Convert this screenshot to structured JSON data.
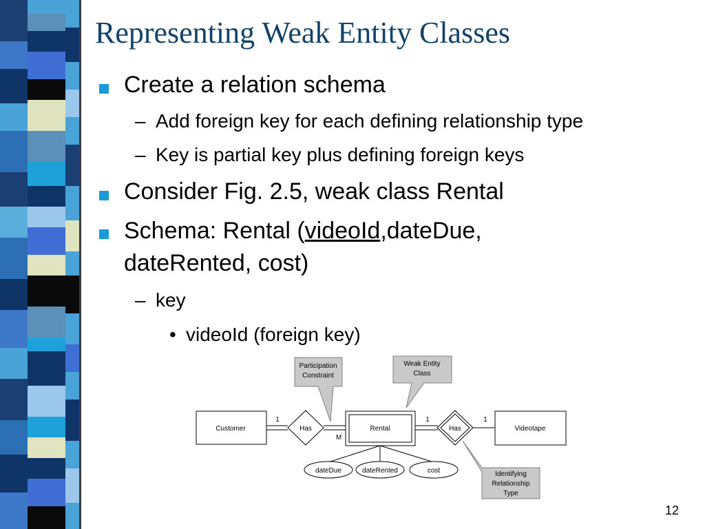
{
  "slide": {
    "title": "Representing Weak Entity Classes",
    "page_number": "12"
  },
  "bullets": {
    "b1": "Create a relation schema",
    "b1_s1": "Add foreign key for each defining relationship type",
    "b1_s2": "Key is partial key plus defining foreign keys",
    "b2": "Consider Fig. 2.5, weak class Rental",
    "b3_pre": "Schema: Rental (",
    "b3_key": "videoId",
    "b3_post": ",dateDue,",
    "b3_line2": "dateRented, cost)",
    "b3_s1": "key",
    "b3_s1_s1": "videoId (foreign key)",
    "dash": "–",
    "bullet_dot": "•"
  },
  "diagram": {
    "entities": {
      "customer": "Customer",
      "rental": "Rental",
      "videotape": "Videotape"
    },
    "relationships": {
      "has_left": "Has",
      "has_right": "Has"
    },
    "cardinalities": {
      "c1": "1",
      "c2": "M",
      "c3": "1",
      "c4": "1"
    },
    "attributes": {
      "a1": "dateDue",
      "a2": "dateRented",
      "a3": "cost"
    },
    "callouts": {
      "participation_l1": "Participation",
      "participation_l2": "Constraint",
      "weak_l1": "Weak Entity",
      "weak_l2": "Class",
      "identifying_l1": "Identifying",
      "identifying_l2": "Relationship",
      "identifying_l3": "Type"
    }
  },
  "colors": {
    "title": "#13426b",
    "bullet": "#1a9ad6",
    "callout_fill": "#c9c9c9"
  }
}
